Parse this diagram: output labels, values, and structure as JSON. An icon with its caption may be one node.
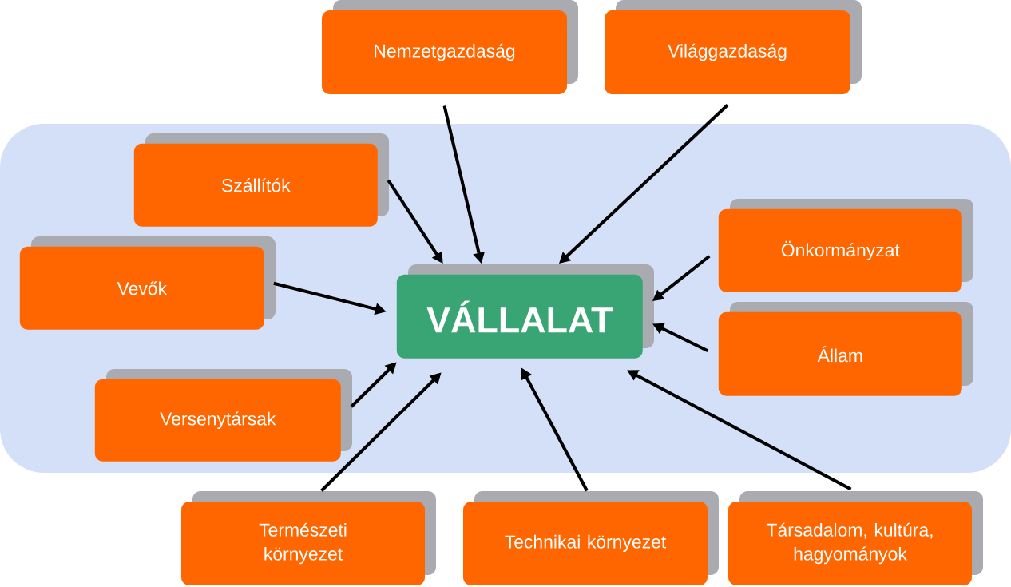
{
  "diagram": {
    "nodes": [
      {
        "text": [],
        "shape": "box"
      },
      {
        "text": [
          "Nemzetgazdaság"
        ]
      },
      {
        "text": [
          "Világgazdaság"
        ]
      },
      {
        "text": [
          "Szállítók"
        ],
        "in": 0
      },
      {
        "text": [
          "Vevők"
        ],
        "in": 0
      },
      {
        "text": [
          "VÁLLALAT"
        ],
        "in": 0
      },
      {
        "text": [
          "Önkormányzat"
        ],
        "in": 0
      },
      {
        "text": [
          "Állam"
        ],
        "in": 0
      },
      {
        "text": [
          "Versenytársak"
        ],
        "in": 0
      },
      {
        "text": [
          "Természeti környezet"
        ]
      },
      {
        "text": [
          "Technikai környezet"
        ]
      },
      {
        "text": [
          "Társadalom, kultúra, hagyományok"
        ]
      }
    ],
    "edges": [
      {
        "from": 1,
        "to": 5,
        "arrow": "to"
      },
      {
        "from": 2,
        "to": 5,
        "arrow": "to"
      },
      {
        "from": 3,
        "to": 5,
        "arrow": "to"
      },
      {
        "from": 4,
        "to": 5,
        "arrow": "to"
      },
      {
        "from": 6,
        "to": 5,
        "arrow": "to"
      },
      {
        "from": 7,
        "to": 5,
        "arrow": "to"
      },
      {
        "from": 8,
        "to": 5,
        "arrow": "to"
      },
      {
        "from": 9,
        "to": 5,
        "arrow": "to"
      },
      {
        "from": 10,
        "to": 5,
        "arrow": "to"
      },
      {
        "from": 11,
        "to": 5,
        "arrow": "to"
      }
    ]
  }
}
